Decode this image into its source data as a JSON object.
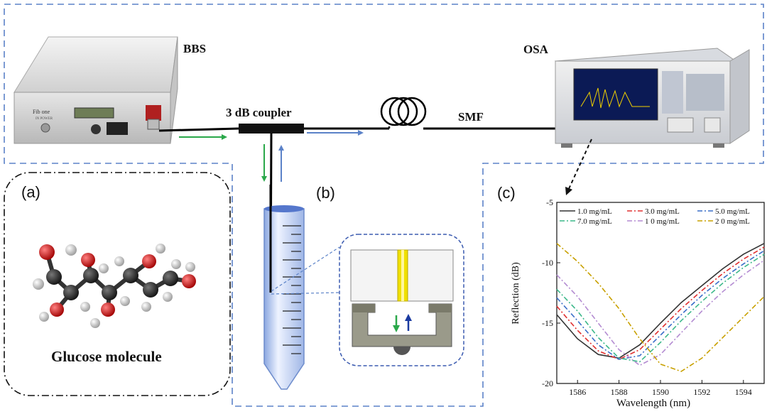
{
  "labels": {
    "bbs": "BBS",
    "osa": "OSA",
    "coupler": "3 dB coupler",
    "smf": "SMF",
    "panel_a": "(a)",
    "panel_b": "(b)",
    "panel_c": "(c)",
    "molecule": "Glucose molecule"
  },
  "devices": {
    "bbs_brand": "Fib one",
    "bbs_port": "IN POWER"
  },
  "colors": {
    "frame": "#5b82c8",
    "fiber": "#000000",
    "arrow_green": "#2aa84a",
    "arrow_blue": "#5b82c8",
    "fiber_core": "#f0e000",
    "oxygen": "#d40000",
    "carbon": "#222222",
    "hydrogen": "#f2f2f2"
  },
  "chart_data": {
    "type": "line",
    "xlabel": "Wavelength (nm)",
    "ylabel": "Reflection (dB)",
    "xlim": [
      1585,
      1595
    ],
    "ylim": [
      -20,
      -5
    ],
    "xticks": [
      1586,
      1588,
      1590,
      1592,
      1594
    ],
    "yticks": [
      -5,
      -10,
      -15,
      -20
    ],
    "legend_placement": "top",
    "grid": false,
    "series": [
      {
        "name": "1.0 mg/mL",
        "color": "#333333",
        "dash": "solid",
        "x": [
          1585,
          1586,
          1587,
          1588,
          1589,
          1590,
          1591,
          1592,
          1593,
          1594,
          1595
        ],
        "y": [
          -14.3,
          -16.3,
          -17.6,
          -17.9,
          -16.8,
          -15.0,
          -13.3,
          -11.9,
          -10.5,
          -9.3,
          -8.4
        ]
      },
      {
        "name": "3.0 mg/mL",
        "color": "#e03030",
        "dash": "dashdot",
        "x": [
          1585,
          1586,
          1587,
          1588,
          1589,
          1590,
          1591,
          1592,
          1593,
          1594,
          1595
        ],
        "y": [
          -13.6,
          -15.6,
          -17.3,
          -18.0,
          -17.2,
          -15.5,
          -13.8,
          -12.3,
          -10.9,
          -9.7,
          -8.7
        ]
      },
      {
        "name": "5.0 mg/mL",
        "color": "#3a6fc8",
        "dash": "dashdot",
        "x": [
          1585,
          1586,
          1587,
          1588,
          1589,
          1590,
          1591,
          1592,
          1593,
          1594,
          1595
        ],
        "y": [
          -12.9,
          -14.8,
          -16.8,
          -18.0,
          -17.7,
          -16.0,
          -14.3,
          -12.7,
          -11.3,
          -10.1,
          -9.0
        ]
      },
      {
        "name": "7.0 mg/mL",
        "color": "#3cb88a",
        "dash": "dashdot",
        "x": [
          1585,
          1586,
          1587,
          1588,
          1589,
          1590,
          1591,
          1592,
          1593,
          1594,
          1595
        ],
        "y": [
          -12.2,
          -14.0,
          -16.2,
          -17.9,
          -18.2,
          -16.6,
          -14.8,
          -13.2,
          -11.7,
          -10.4,
          -9.3
        ]
      },
      {
        "name": "1 0 mg/mL",
        "color": "#b48cd2",
        "dash": "dashdot",
        "x": [
          1585,
          1586,
          1587,
          1588,
          1589,
          1590,
          1591,
          1592,
          1593,
          1594,
          1595
        ],
        "y": [
          -11.0,
          -12.8,
          -15.0,
          -17.2,
          -18.5,
          -17.6,
          -15.8,
          -14.0,
          -12.4,
          -11.0,
          -9.8
        ]
      },
      {
        "name": "2 0 mg/mL",
        "color": "#c8a000",
        "dash": "dashdot",
        "x": [
          1585,
          1586,
          1587,
          1588,
          1589,
          1590,
          1591,
          1592,
          1593,
          1594,
          1595
        ],
        "y": [
          -8.4,
          -9.9,
          -11.7,
          -13.8,
          -16.3,
          -18.4,
          -19.0,
          -17.9,
          -16.2,
          -14.5,
          -12.8
        ]
      }
    ]
  }
}
